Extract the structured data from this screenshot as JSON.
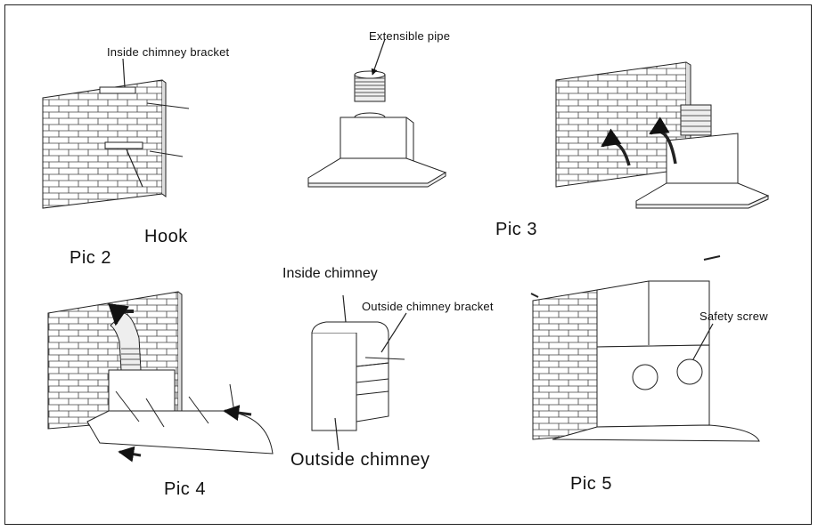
{
  "labels": {
    "inside_chimney_bracket": "Inside chimney bracket",
    "hook": "Hook",
    "pic2": "Pic 2",
    "extensible_pipe": "Extensible pipe",
    "pic3": "Pic 3",
    "inside_chimney": "Inside chimney",
    "outside_chimney_bracket": "Outside chimney bracket",
    "outside_chimney": "Outside chimney",
    "pic4": "Pic 4",
    "safety_screw": "Safety screw",
    "pic5": "Pic 5"
  },
  "colors": {
    "line": "#222222",
    "background": "#ffffff"
  }
}
